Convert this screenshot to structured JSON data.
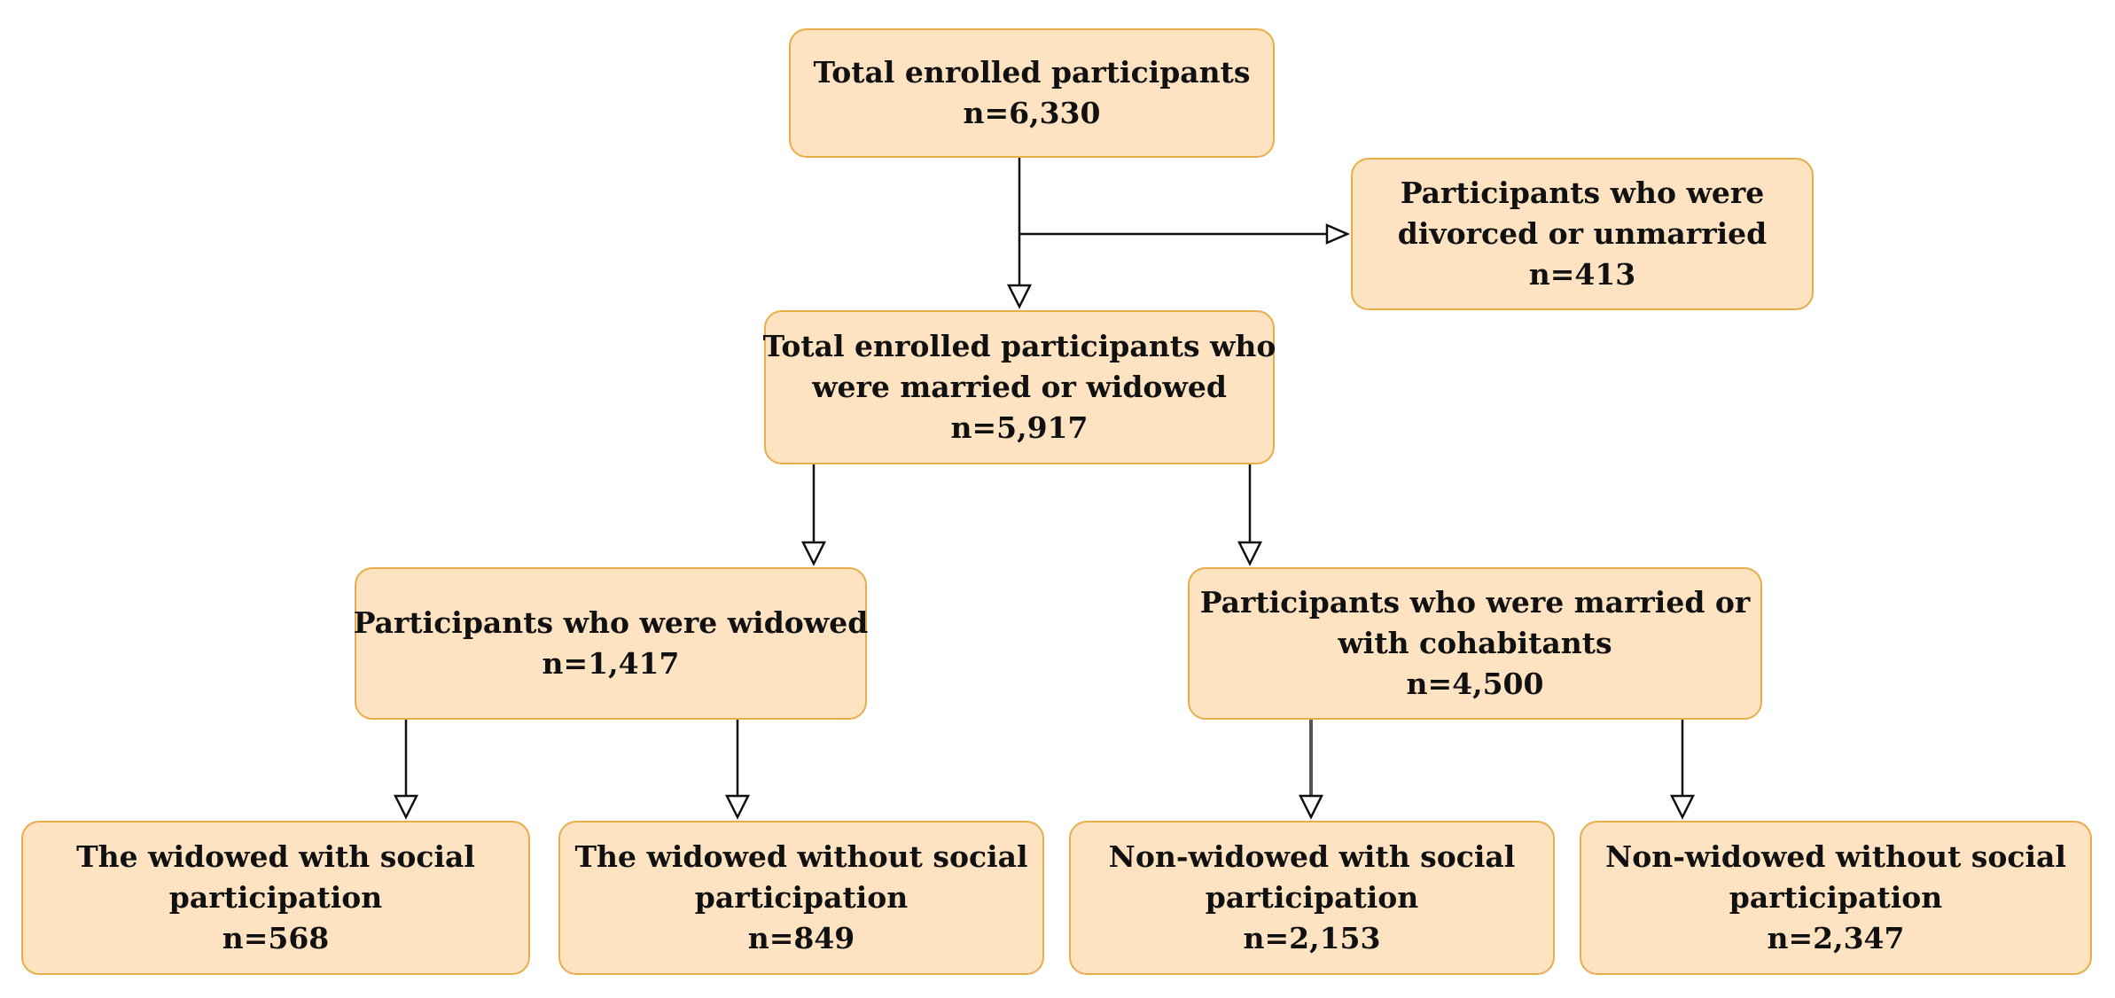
{
  "boxes": {
    "total": {
      "lines": [
        "Total enrolled participants",
        "n=6,330"
      ]
    },
    "excluded": {
      "lines": [
        "Participants who were",
        "divorced or unmarried",
        "n=413"
      ]
    },
    "married_widowed": {
      "lines": [
        "Total enrolled participants who",
        "were married or widowed",
        "n=5,917"
      ]
    },
    "widowed": {
      "lines": [
        "Participants who were widowed",
        "n=1,417"
      ]
    },
    "married": {
      "lines": [
        "Participants who were married or",
        "with cohabitants",
        "n=4,500"
      ]
    },
    "widowed_with": {
      "lines": [
        "The widowed with social",
        "participation",
        "n=568"
      ]
    },
    "widowed_without": {
      "lines": [
        "The widowed without social",
        "participation",
        "n=849"
      ]
    },
    "nonwidowed_with": {
      "lines": [
        "Non-widowed with social",
        "participation",
        "n=2,153"
      ]
    },
    "nonwidowed_without": {
      "lines": [
        "Non-widowed without social",
        "participation",
        "n=2,347"
      ]
    }
  },
  "colors": {
    "box_fill": "#fde3c2",
    "box_border": "#e8ad48",
    "line": "#111111"
  }
}
